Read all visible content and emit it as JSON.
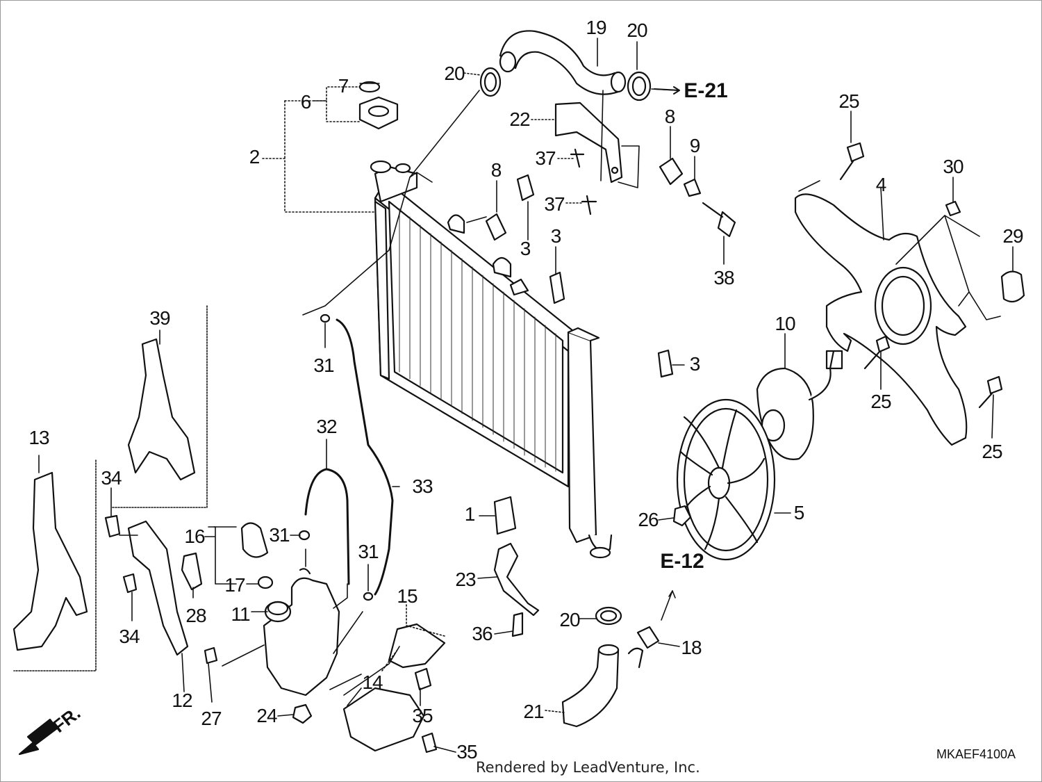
{
  "labels": [
    {
      "id": "1",
      "text": "1"
    },
    {
      "id": "2",
      "text": "2"
    },
    {
      "id": "3a",
      "text": "3"
    },
    {
      "id": "3b",
      "text": "3"
    },
    {
      "id": "3c",
      "text": "3"
    },
    {
      "id": "4",
      "text": "4"
    },
    {
      "id": "5",
      "text": "5"
    },
    {
      "id": "6",
      "text": "6"
    },
    {
      "id": "7",
      "text": "7"
    },
    {
      "id": "8a",
      "text": "8"
    },
    {
      "id": "8b",
      "text": "8"
    },
    {
      "id": "9",
      "text": "9"
    },
    {
      "id": "10",
      "text": "10"
    },
    {
      "id": "11",
      "text": "11"
    },
    {
      "id": "12",
      "text": "12"
    },
    {
      "id": "13",
      "text": "13"
    },
    {
      "id": "14",
      "text": "14"
    },
    {
      "id": "15",
      "text": "15"
    },
    {
      "id": "16",
      "text": "16"
    },
    {
      "id": "17",
      "text": "17"
    },
    {
      "id": "18",
      "text": "18"
    },
    {
      "id": "19",
      "text": "19"
    },
    {
      "id": "20a",
      "text": "20"
    },
    {
      "id": "20b",
      "text": "20"
    },
    {
      "id": "20c",
      "text": "20"
    },
    {
      "id": "21",
      "text": "21"
    },
    {
      "id": "22",
      "text": "22"
    },
    {
      "id": "23",
      "text": "23"
    },
    {
      "id": "24",
      "text": "24"
    },
    {
      "id": "25a",
      "text": "25"
    },
    {
      "id": "25b",
      "text": "25"
    },
    {
      "id": "25c",
      "text": "25"
    },
    {
      "id": "26",
      "text": "26"
    },
    {
      "id": "27",
      "text": "27"
    },
    {
      "id": "28",
      "text": "28"
    },
    {
      "id": "29",
      "text": "29"
    },
    {
      "id": "30",
      "text": "30"
    },
    {
      "id": "31a",
      "text": "31"
    },
    {
      "id": "31b",
      "text": "31"
    },
    {
      "id": "31c",
      "text": "31"
    },
    {
      "id": "32",
      "text": "32"
    },
    {
      "id": "33",
      "text": "33"
    },
    {
      "id": "34a",
      "text": "34"
    },
    {
      "id": "34b",
      "text": "34"
    },
    {
      "id": "35a",
      "text": "35"
    },
    {
      "id": "35b",
      "text": "35"
    },
    {
      "id": "36",
      "text": "36"
    },
    {
      "id": "37a",
      "text": "37"
    },
    {
      "id": "37b",
      "text": "37"
    },
    {
      "id": "38",
      "text": "38"
    },
    {
      "id": "39",
      "text": "39"
    }
  ],
  "refs": {
    "e21": "E-21",
    "e12": "E-12"
  },
  "direction": "FR.",
  "diagram_code": "MKAEF4100A",
  "credit": "Rendered by LeadVenture, Inc."
}
